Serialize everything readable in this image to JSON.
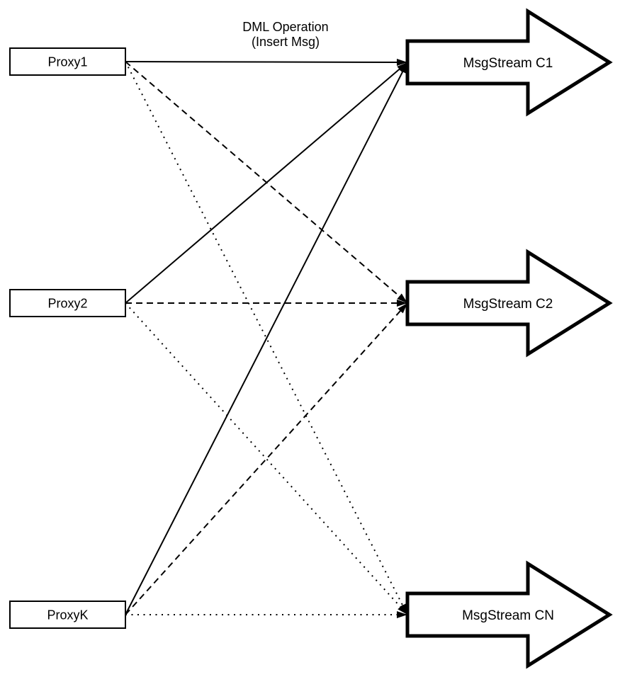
{
  "diagram": {
    "title_lines": [
      "DML Operation",
      "(Insert Msg)"
    ],
    "colors": {
      "background": "#ffffff",
      "stroke": "#000000",
      "node_fill": "#ffffff"
    },
    "proxies": [
      {
        "id": "proxy1",
        "label": "Proxy1"
      },
      {
        "id": "proxy2",
        "label": "Proxy2"
      },
      {
        "id": "proxyK",
        "label": "ProxyK"
      }
    ],
    "streams": [
      {
        "id": "c1",
        "label": "MsgStream C1"
      },
      {
        "id": "c2",
        "label": "MsgStream C2"
      },
      {
        "id": "cn",
        "label": "MsgStream CN"
      }
    ],
    "edges": [
      {
        "from": "proxy1",
        "to": "c1",
        "style": "solid"
      },
      {
        "from": "proxy1",
        "to": "c2",
        "style": "dashed"
      },
      {
        "from": "proxy1",
        "to": "cn",
        "style": "dotted"
      },
      {
        "from": "proxy2",
        "to": "c1",
        "style": "solid"
      },
      {
        "from": "proxy2",
        "to": "c2",
        "style": "dashed"
      },
      {
        "from": "proxy2",
        "to": "cn",
        "style": "dotted"
      },
      {
        "from": "proxyK",
        "to": "c1",
        "style": "solid"
      },
      {
        "from": "proxyK",
        "to": "c2",
        "style": "dashed"
      },
      {
        "from": "proxyK",
        "to": "cn",
        "style": "dotted"
      }
    ]
  }
}
